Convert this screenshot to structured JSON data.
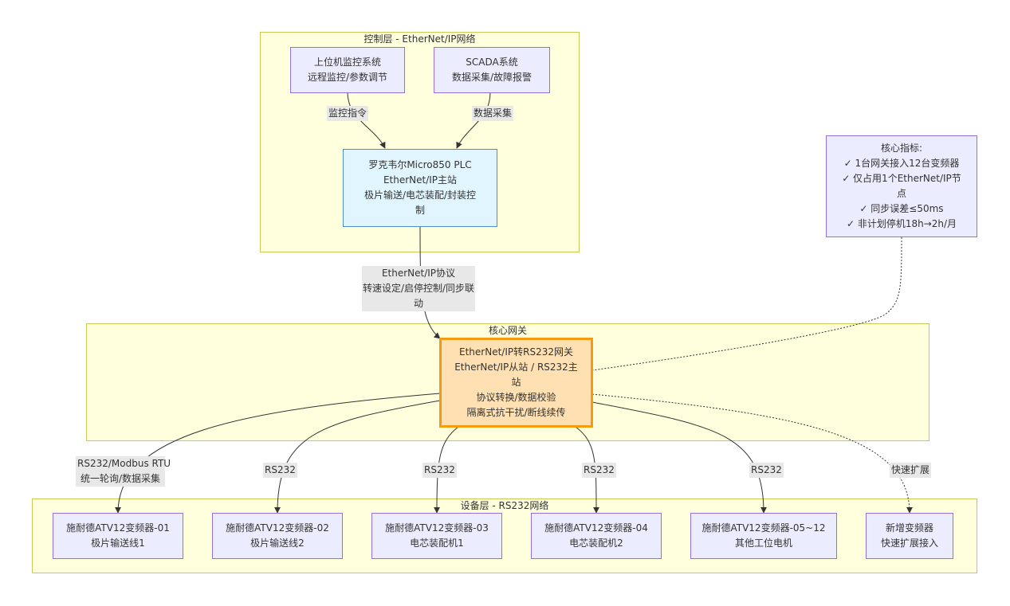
{
  "clusters": {
    "control": {
      "title": "控制层 - EtherNet/IP网络"
    },
    "gateway": {
      "title": "核心网关"
    },
    "device": {
      "title": "设备层 - RS232网络"
    }
  },
  "nodes": {
    "hmi": {
      "line1": "上位机监控系统",
      "line2": "远程监控/参数调节"
    },
    "scada": {
      "line1": "SCADA系统",
      "line2": "数据采集/故障报警"
    },
    "plc": {
      "line1": "罗克韦尔Micro850 PLC",
      "line2": "EtherNet/IP主站",
      "line3": "极片输送/电芯装配/封装控",
      "line4": "制"
    },
    "gw": {
      "line1": "EtherNet/IP转RS232网关",
      "line2": "EtherNet/IP从站 / RS232主",
      "line3": "站",
      "line4": "协议转换/数据校验",
      "line5": "隔离式抗干扰/断线续传"
    },
    "kpi": {
      "line1": "核心指标:",
      "line2": "✓ 1台网关接入12台变频器",
      "line3": "✓ 仅占用1个EtherNet/IP节",
      "line4": "点",
      "line5": "✓ 同步误差≤50ms",
      "line6": "✓ 非计划停机18h→2h/月"
    },
    "vfd1": {
      "line1": "施耐德ATV12变频器-01",
      "line2": "极片输送线1"
    },
    "vfd2": {
      "line1": "施耐德ATV12变频器-02",
      "line2": "极片输送线2"
    },
    "vfd3": {
      "line1": "施耐德ATV12变频器-03",
      "line2": "电芯装配机1"
    },
    "vfd4": {
      "line1": "施耐德ATV12变频器-04",
      "line2": "电芯装配机2"
    },
    "vfd5": {
      "line1": "施耐德ATV12变频器-05~12",
      "line2": "其他工位电机"
    },
    "newvfd": {
      "line1": "新增变频器",
      "line2": "快速扩展接入"
    }
  },
  "edge_labels": {
    "monitor_cmd": "监控指令",
    "data_collect": "数据采集",
    "eip": {
      "line1": "EtherNet/IP协议",
      "line2": "转速设定/启停控制/同步联",
      "line3": "动"
    },
    "rtu": {
      "line1": "RS232/Modbus RTU",
      "line2": "统一轮询/数据采集"
    },
    "rs232_2": "RS232",
    "rs232_3": "RS232",
    "rs232_4": "RS232",
    "rs232_5": "RS232",
    "expand": "快速扩展"
  }
}
